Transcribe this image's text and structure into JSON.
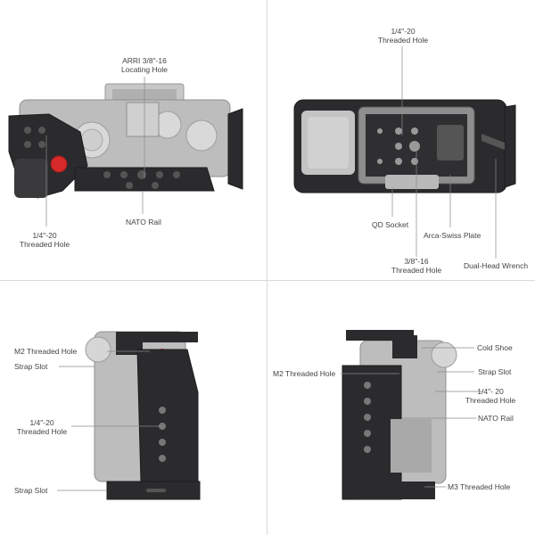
{
  "colors": {
    "cage": "#2b2b2d",
    "cage_edge": "#1c1c1e",
    "camera_body": "#bdbdbd",
    "camera_light": "#d6d6d6",
    "accent_red": "#d62a2a",
    "leader_line": "#8a8a8a",
    "label_text": "#444444",
    "background": "#ffffff"
  },
  "panels": {
    "top_left": {
      "label_arri_1": "ARRI 3/8\"-16",
      "label_arri_2": "Locating Hole",
      "label_threaded_1": "1/4\"-20",
      "label_threaded_2": "Threaded Hole",
      "label_nato": "NATO Rail"
    },
    "top_right": {
      "label_threaded_1": "1/4\"-20",
      "label_threaded_2": "Threaded Hole",
      "label_qd": "QD Socket",
      "label_arca": "Arca-Swiss Plate",
      "label_38_1": "3/8\"-16",
      "label_38_2": "Threaded Hole",
      "label_wrench": "Dual-Head Wrench"
    },
    "bottom_left": {
      "label_m2": "M2 Threaded Hole",
      "label_strap_top": "Strap Slot",
      "label_threaded_1": "1/4\"-20",
      "label_threaded_2": "Threaded Hole",
      "label_strap_bottom": "Strap Slot"
    },
    "bottom_right": {
      "label_cold_shoe": "Cold Shoe",
      "label_m2": "M2 Threaded Hole",
      "label_strap": "Strap Slot",
      "label_threaded_1": "1/4\"- 20",
      "label_threaded_2": "Threaded Hole",
      "label_nato": "NATO Rail",
      "label_m3": "M3 Threaded Hole"
    }
  }
}
